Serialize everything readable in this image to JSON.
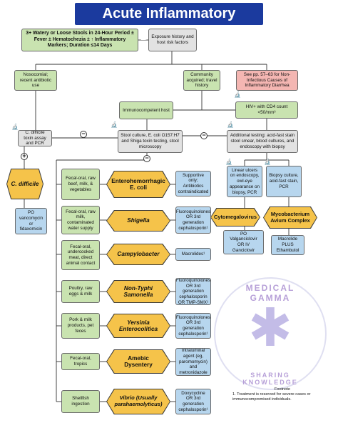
{
  "title": "Acute Inflammatory Diarrhea",
  "nodes": {
    "start": "3+ Watery or Loose Stools in 24-Hour Period ± Fever ± Hematochezia ± ↑ Inflammatory Markers; Duration ≤14 Days",
    "exposure": "Exposure history and host risk factors",
    "nosocomial": "Nosocomial; recent antibiotic use",
    "community": "Community acquired; travel history",
    "noninfectious": "See pp. 57–63 for Non-Infectious Causes of Inflammatory Diarrhea",
    "immunocompetent": "Immunocompetent host",
    "hiv": "HIV+ with CD4 count <50/mm³",
    "cdiff_test": "C. difficile toxin assay and PCR",
    "stool_culture": "Stool culture, E. coli O157:H7 and Shiga toxin testing, stool microscopy",
    "additional": "Additional testing: acid-fast stain stool smear, blood cultures, and endoscopy with biopsy",
    "linear_ulcers": "Linear ulcers on endoscopy, owl-eye appearance on biopsy, PCR",
    "biopsy_culture": "Biopsy culture, acid-fast stain, PCR"
  },
  "cdiff": {
    "name": "C. difficile",
    "treatment": "PO vancomycin or fidaxomicin"
  },
  "cmv": {
    "name": "Cytomegalovirus",
    "treatment": "PO Valganciclovir OR IV Ganciclovir"
  },
  "mac": {
    "name": "Mycobacterium Avium Complex",
    "treatment": "Macrolide PLUS Ethambutol"
  },
  "rows": [
    {
      "exposure": "Fecal-oral, raw beef, milk, & vegetables",
      "organism": "Enterohemorrhagic E. coli",
      "treatment": "Supportive only; Antibiotics contraindicated"
    },
    {
      "exposure": "Fecal-oral, raw milk, contaminated water supply",
      "organism": "Shigella",
      "treatment": "Fluoroquinolones OR 3rd generation cephalosporin¹"
    },
    {
      "exposure": "Fecal-oral, undercooked meat, direct animal contact",
      "organism": "Campylobacter",
      "treatment": "Macrolides¹"
    },
    {
      "exposure": "Poultry, raw eggs & milk",
      "organism": "Non-Typhi Samonella",
      "treatment": "Fluoroquinolones OR 3rd generation cephalosporin OR TMP-SMX¹"
    },
    {
      "exposure": "Pork & milk products, pet feces",
      "organism": "Yersinia Enterocolitica",
      "treatment": "Fluoroquinolones OR 3rd generation cephalosporin¹"
    },
    {
      "exposure": "Fecal-oral, tropics",
      "organism": "Amebic Dysentery",
      "treatment": "Intraluminal agent (eg, paromomycin) and metronidazole"
    },
    {
      "exposure": "Shellfish ingestion",
      "organism": "Vibrio (Usually parahaemolyticus)",
      "treatment": "Doxycycline OR 3rd generation cephalosporin¹"
    }
  ],
  "symbols": {
    "minus": "−",
    "plus": "+"
  },
  "watermark": {
    "top": "MEDICAL GAMMA",
    "bottom": "SHARING KNOWLEDGE"
  },
  "footnote": {
    "heading": "Footnote",
    "text": "1. Treatment is reserved for severe cases or immunocompromised individuals."
  },
  "colors": {
    "title_bg": "#1b3a9e",
    "organism_hex": "#f5c34a",
    "treatment_box": "#b7d6ee",
    "exposure_box": "#c9e3b0",
    "test_box": "#e2e2e2",
    "noninfectious_box": "#f4b6b2"
  }
}
